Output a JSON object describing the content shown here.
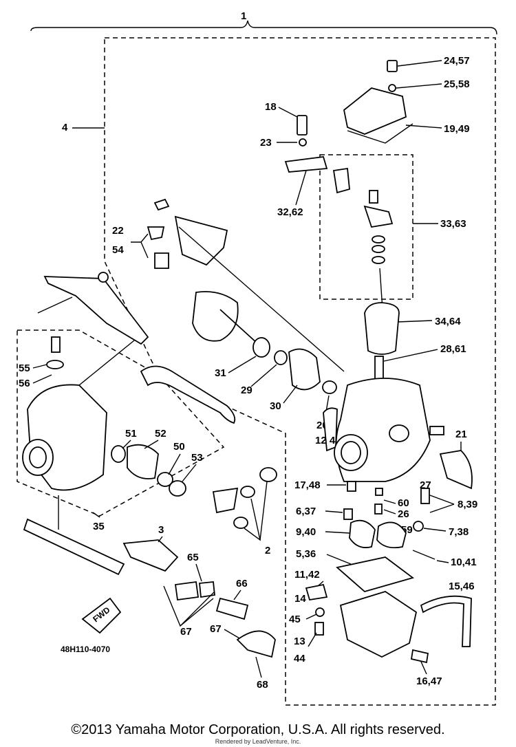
{
  "diagram_code": "48H110-4070",
  "fwd_label": "FWD",
  "copyright": "©2013 Yamaha Motor Corporation, U.S.A. All rights reserved.",
  "watermark": "Rendered by LeadVenture, Inc.",
  "callouts": {
    "c1": "1",
    "c4": "4",
    "c2457": "24,57",
    "c2558": "25,58",
    "c18": "18",
    "c23": "23",
    "c1949": "19,49",
    "c3262": "32,62",
    "c3363": "33,63",
    "c22": "22",
    "c54": "54",
    "c3464": "34,64",
    "c2861": "28,61",
    "c55": "55",
    "c56": "56",
    "c31": "31",
    "c29": "29",
    "c30": "30",
    "c20": "20",
    "c1243": "12\n43",
    "c21": "21",
    "c51": "51",
    "c52": "52",
    "c50": "50",
    "c53": "53",
    "c1748": "17,48",
    "c27": "27",
    "c839": "8,39",
    "c637": "6,37",
    "c60": "60",
    "c26": "26",
    "c35": "35",
    "c3": "3",
    "c2": "2",
    "c59": "59",
    "c738": "7,38",
    "c940": "9,40",
    "c536": "5,36",
    "c1041": "10,41",
    "c65": "65",
    "c1142": "11,42",
    "c1546": "15,46",
    "c66": "66",
    "c14": "14",
    "c45": "45",
    "c67a": "67",
    "c67b": "67",
    "c13": "13",
    "c44": "44",
    "c1647": "16,47",
    "c68": "68"
  }
}
